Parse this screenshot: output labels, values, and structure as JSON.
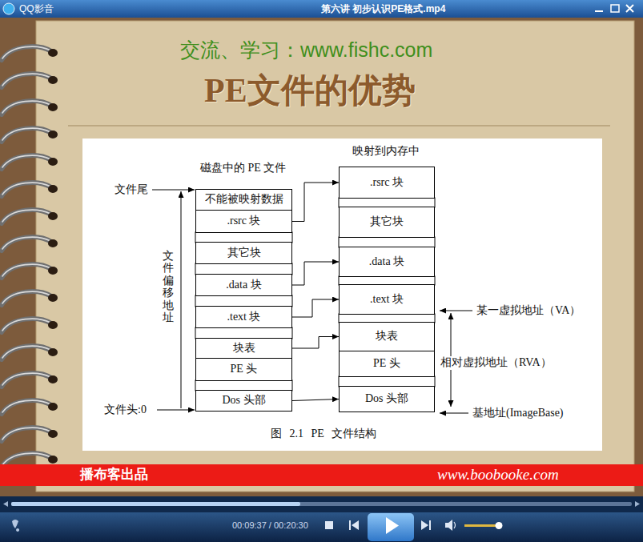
{
  "diagram": {
    "title": "PE文件的优势",
    "caption": "图 2.1 PE 文件结构",
    "nodes": [
      {
        "text": [
          "不能被映射数据"
        ]
      },
      {
        "text": [
          ".rsrc 块"
        ]
      },
      {
        "text": [
          "其它块"
        ]
      },
      {
        "text": [
          ".data 块"
        ]
      },
      {
        "text": [
          ".text 块"
        ]
      },
      {
        "text": [
          "块表"
        ]
      },
      {
        "text": [
          "PE 头"
        ]
      },
      {
        "text": [
          "Dos 头部"
        ]
      },
      {
        "text": [
          ".rsrc 块"
        ]
      },
      {
        "text": [
          "其它块"
        ]
      },
      {
        "text": [
          ".data 块"
        ]
      },
      {
        "text": [
          ".text 块"
        ]
      },
      {
        "text": [
          "块表"
        ]
      },
      {
        "text": [
          "PE 头"
        ]
      },
      {
        "text": [
          "Dos 头部"
        ]
      }
    ],
    "edges": [
      {
        "from": 1,
        "to": 8,
        "arrow": "to"
      },
      {
        "from": 3,
        "to": 10,
        "arrow": "to"
      },
      {
        "from": 4,
        "to": 11,
        "arrow": "to"
      },
      {
        "from": 5,
        "to": 12,
        "arrow": "to"
      },
      {
        "from": 7,
        "to": 14,
        "arrow": "to"
      }
    ],
    "labels": [
      "QQ影音",
      "第六讲 初步认识PE格式.mp4",
      "交流、学习：www.fishc.com",
      "磁盘中的 PE 文件",
      "映射到内存中",
      "文件尾",
      "文件偏移地址",
      "文件头:0",
      "某一虚拟地址（VA）",
      "相对虚拟地址（RVA）",
      "基地址(ImageBase)",
      "播布客出品",
      "www.boobooke.com",
      "00:09:37 / 00:20:30"
    ]
  }
}
